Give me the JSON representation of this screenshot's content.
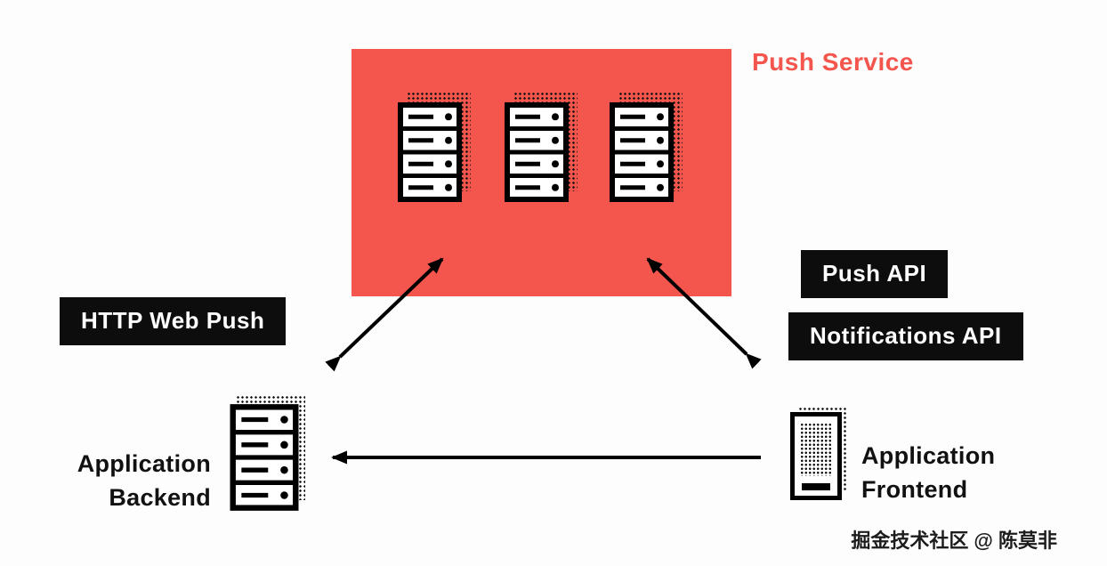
{
  "push_service": {
    "label": "Push Service"
  },
  "labels": {
    "http_web_push": "HTTP Web Push",
    "push_api": "Push API",
    "notifications_api": "Notifications API"
  },
  "nodes": {
    "application_backend": {
      "line1": "Application",
      "line2": "Backend"
    },
    "application_frontend": {
      "line1": "Application",
      "line2": "Frontend"
    }
  },
  "watermark": "掘金技术社区 @ 陈莫非",
  "colors": {
    "accent_red": "#F4564E",
    "label_bg": "#0D0D0D",
    "label_text": "#FFFFFF",
    "arrow": "#000000",
    "canvas_bg": "#FDFDFD"
  }
}
